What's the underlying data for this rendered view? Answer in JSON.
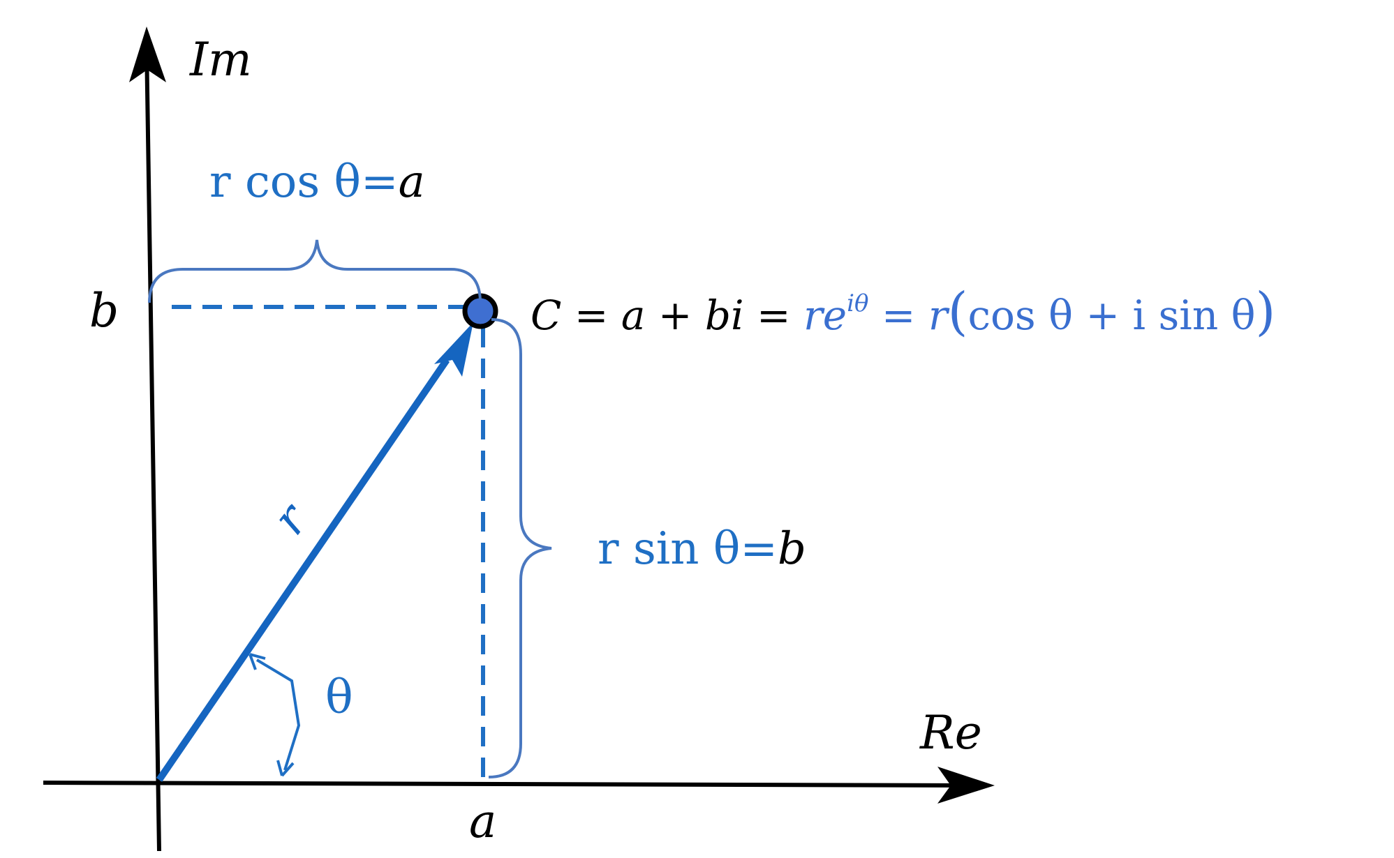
{
  "colors": {
    "axis": "#000000",
    "vector": "#1565c0",
    "guide": "#1f6fc4",
    "brace": "#4a78c0",
    "formula_blue": "#3a6fd0",
    "point_fill": "#3f6fd1",
    "point_stroke": "#000000"
  },
  "axes": {
    "imag_label": "Im",
    "real_label": "Re"
  },
  "ticks": {
    "a": "a",
    "b": "b"
  },
  "vector": {
    "label": "r",
    "angle_label": "θ"
  },
  "brace_top": {
    "lhs": "r cos θ=",
    "rhs": "a"
  },
  "brace_right": {
    "lhs": "r sin θ=",
    "rhs": "b"
  },
  "formula": {
    "black_part": "C = a + bi = ",
    "r": "re",
    "exponent": "iθ",
    "equals": " = r",
    "paren_open": "(",
    "body": "cos θ + i sin θ",
    "paren_close": ")"
  }
}
